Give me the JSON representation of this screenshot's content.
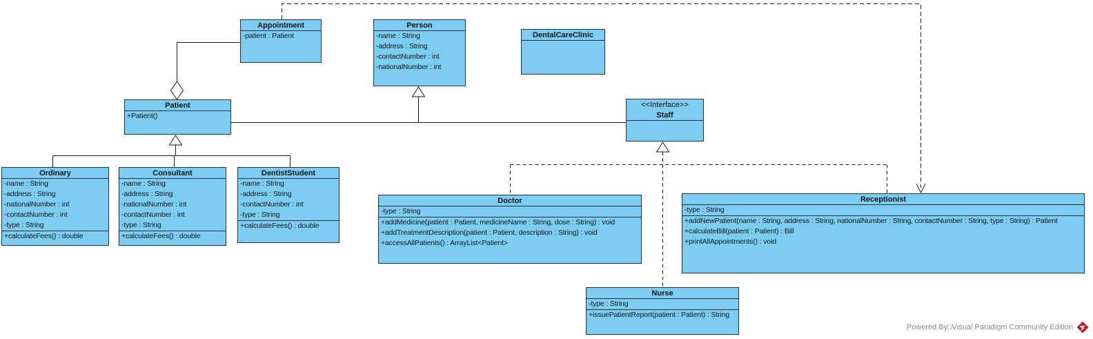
{
  "classes": {
    "appointment": {
      "name": "Appointment",
      "attributes": [
        "-patient : Patient"
      ]
    },
    "person": {
      "name": "Person",
      "attributes": [
        "-name : String",
        "-address : String",
        "-contactNumber : int",
        "-nationalNumber : int"
      ]
    },
    "dental_care_clinic": {
      "name": "DentalCareClinic"
    },
    "patient": {
      "name": "Patient",
      "operations": [
        "+Patient()"
      ]
    },
    "staff": {
      "stereotype": "<<Interface>>",
      "name": "Staff"
    },
    "ordinary": {
      "name": "Ordinary",
      "attributes": [
        "-name : String",
        "-address : String",
        "-nationalNumber : int",
        "-contactNumber : int",
        "-type : String"
      ],
      "operations": [
        "+calculateFees() : double"
      ]
    },
    "consultant": {
      "name": "Consultant",
      "attributes": [
        "-name : String",
        "-address : String",
        "-nationalNumber : int",
        "-contactNumber : int",
        "-type : String"
      ],
      "operations": [
        "+calculateFees() : double"
      ]
    },
    "dentist_student": {
      "name": "DentistStudent",
      "attributes": [
        "-name : String",
        "-address : String",
        "-contactNumber : int",
        "-type : String"
      ],
      "operations": [
        "+calculateFees() : double"
      ]
    },
    "doctor": {
      "name": "Doctor",
      "attributes": [
        "-type : String"
      ],
      "operations": [
        "+addMedicine(patient : Patient, medicineName : String, dose : String) : void",
        "+addTreatmentDescription(patient : Patient, description : String) : void",
        "+accessAllPatients() : ArrayList<Patient>"
      ]
    },
    "receptionist": {
      "name": "Receptionist",
      "attributes": [
        "-type : String"
      ],
      "operations": [
        "+addNewPatient(name : String, address : String, nationalNumber : String, contactNumber : String, type : String) : Patient",
        "+calculateBill(patient : Patient) : Bill",
        "+printAllAppointments() : void"
      ]
    },
    "nurse": {
      "name": "Nurse",
      "attributes": [
        "-type : String"
      ],
      "operations": [
        "+issuePatientReport(patient : Patient) : String"
      ]
    }
  },
  "relationships": [
    {
      "type": "aggregation",
      "from": "Appointment",
      "to": "Patient",
      "diamond_at": "Patient"
    },
    {
      "type": "generalization",
      "from": "Patient",
      "to": "Person"
    },
    {
      "type": "generalization",
      "from": "Staff",
      "to": "Person"
    },
    {
      "type": "generalization",
      "from": "Ordinary",
      "to": "Patient"
    },
    {
      "type": "generalization",
      "from": "Consultant",
      "to": "Patient"
    },
    {
      "type": "generalization",
      "from": "DentistStudent",
      "to": "Patient"
    },
    {
      "type": "realization",
      "from": "Doctor",
      "to": "Staff"
    },
    {
      "type": "realization",
      "from": "Nurse",
      "to": "Staff"
    },
    {
      "type": "realization",
      "from": "Receptionist",
      "to": "Staff"
    },
    {
      "type": "dependency",
      "from": "Appointment",
      "to": "Receptionist",
      "arrow_at": "Receptionist"
    }
  ],
  "footer": {
    "powered_by": "Powered By□Visual Paradigm Community Edition"
  },
  "colors": {
    "class_fill": "#7ccdf1",
    "class_border": "#22333c",
    "connector": "#1a1a1a",
    "footer_text": "#8a8a8a",
    "logo_red": "#c2202c",
    "background": "#ffffff"
  }
}
